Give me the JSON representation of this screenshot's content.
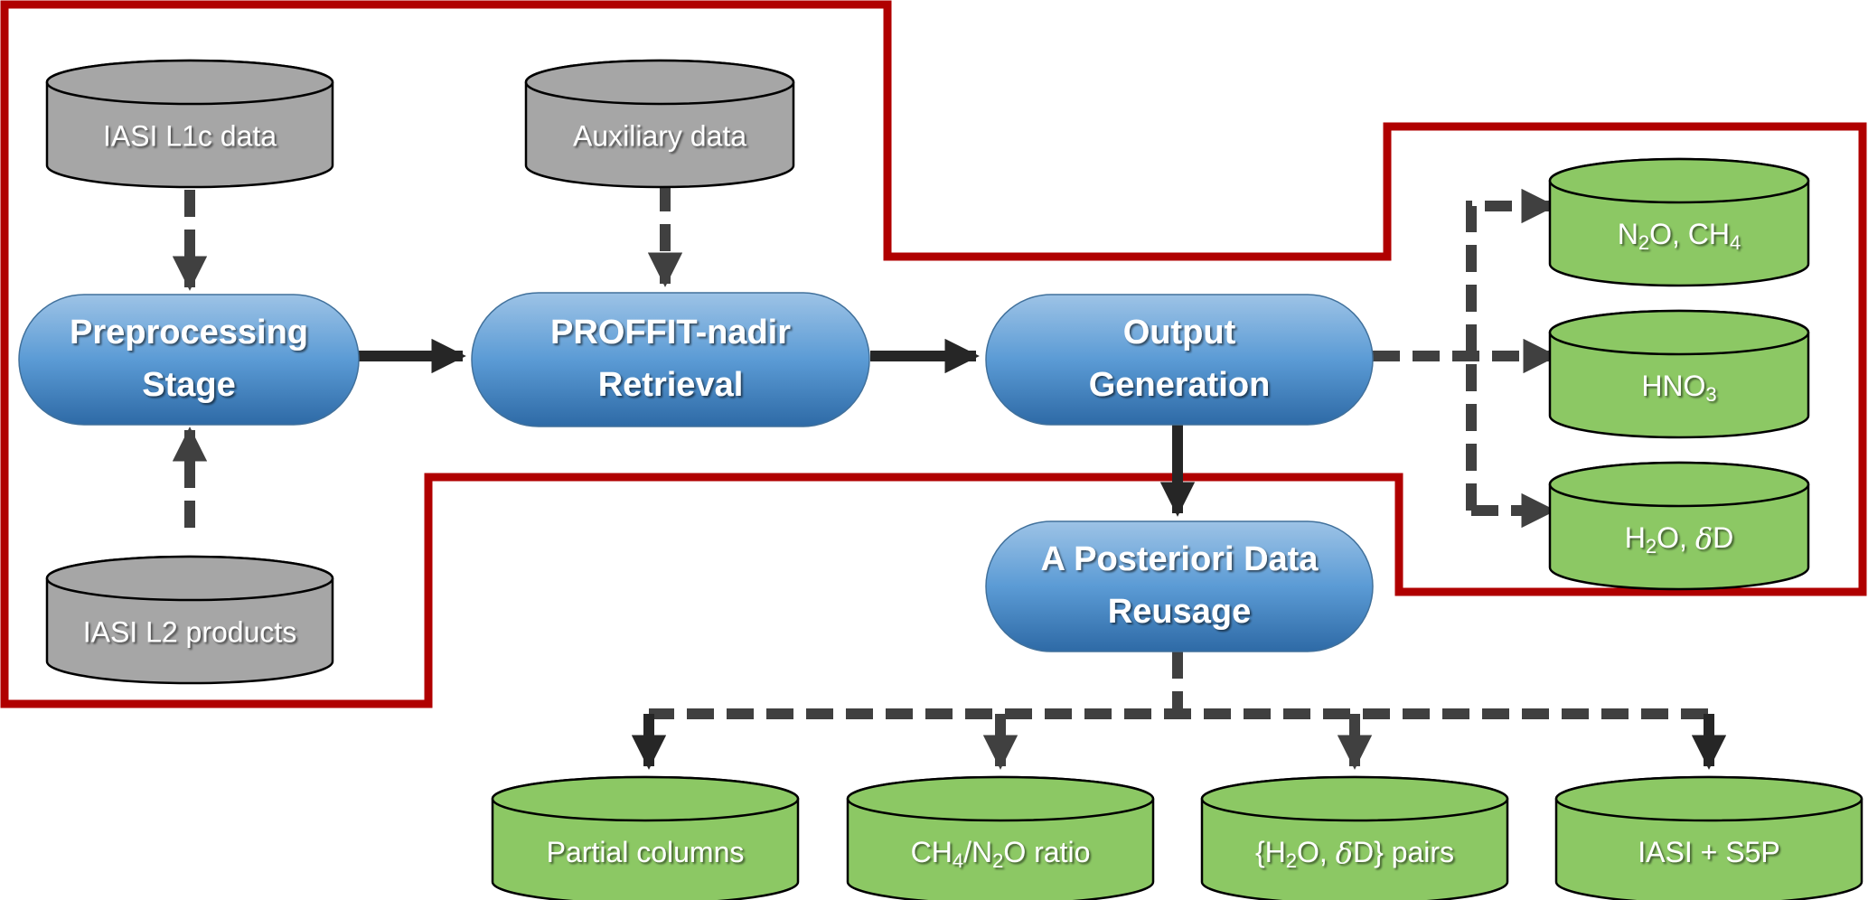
{
  "diagram": {
    "colors": {
      "process_top": "#9dc3e6",
      "process_bottom": "#2e6aa6",
      "input_db": "#a6a6a6",
      "output_db": "#8cc864",
      "arrow": "#404040",
      "solid_arrow": "#262626",
      "outline": "#b00000"
    },
    "processes": [
      {
        "id": "preprocessing",
        "line1": "Preprocessing",
        "line2": "Stage"
      },
      {
        "id": "proffit",
        "line1": "PROFFIT-nadir",
        "line2": "Retrieval"
      },
      {
        "id": "output",
        "line1": "Output",
        "line2": "Generation"
      },
      {
        "id": "aposteriori",
        "line1": "A Posteriori Data",
        "line2": "Reusage"
      }
    ],
    "input_databases": [
      {
        "id": "iasi-l1c",
        "label": "IASI L1c data"
      },
      {
        "id": "auxiliary",
        "label": "Auxiliary data"
      },
      {
        "id": "iasi-l2",
        "label": "IASI L2 products"
      }
    ],
    "output_databases": [
      {
        "id": "n2o-ch4",
        "parts": [
          [
            "N",
            ""
          ],
          [
            "2",
            "sub"
          ],
          [
            "O, CH",
            ""
          ],
          [
            "4",
            "sub"
          ]
        ]
      },
      {
        "id": "hno3",
        "parts": [
          [
            "HNO",
            ""
          ],
          [
            "3",
            "sub"
          ]
        ]
      },
      {
        "id": "h2o-dd",
        "parts": [
          [
            "H",
            ""
          ],
          [
            "2",
            "sub"
          ],
          [
            "O, ",
            ""
          ],
          [
            "δ",
            "ital"
          ],
          [
            "D",
            ""
          ]
        ]
      }
    ],
    "reuse_databases": [
      {
        "id": "partial-columns",
        "parts": [
          [
            "Partial columns",
            ""
          ]
        ]
      },
      {
        "id": "ch4-n2o-ratio",
        "parts": [
          [
            "CH",
            ""
          ],
          [
            "4",
            "sub"
          ],
          [
            "/N",
            ""
          ],
          [
            "2",
            "sub"
          ],
          [
            "O ratio",
            ""
          ]
        ]
      },
      {
        "id": "h2o-dd-pairs",
        "parts": [
          [
            "{H",
            ""
          ],
          [
            "2",
            "sub"
          ],
          [
            "O, ",
            ""
          ],
          [
            "δ",
            "ital"
          ],
          [
            "D} pairs",
            ""
          ]
        ]
      },
      {
        "id": "iasi-s5p",
        "parts": [
          [
            "IASI + S5P",
            ""
          ]
        ]
      }
    ],
    "connections": [
      {
        "from": "iasi-l1c",
        "to": "preprocessing",
        "style": "dashed"
      },
      {
        "from": "iasi-l2",
        "to": "preprocessing",
        "style": "dashed"
      },
      {
        "from": "auxiliary",
        "to": "proffit",
        "style": "dashed"
      },
      {
        "from": "preprocessing",
        "to": "proffit",
        "style": "solid"
      },
      {
        "from": "proffit",
        "to": "output",
        "style": "solid"
      },
      {
        "from": "output",
        "to": "aposteriori",
        "style": "solid"
      },
      {
        "from": "output",
        "to": "n2o-ch4",
        "style": "dashed"
      },
      {
        "from": "output",
        "to": "hno3",
        "style": "dashed"
      },
      {
        "from": "output",
        "to": "h2o-dd",
        "style": "dashed"
      },
      {
        "from": "aposteriori",
        "to": "partial-columns",
        "style": "dashed"
      },
      {
        "from": "aposteriori",
        "to": "ch4-n2o-ratio",
        "style": "dashed"
      },
      {
        "from": "aposteriori",
        "to": "h2o-dd-pairs",
        "style": "dashed"
      },
      {
        "from": "aposteriori",
        "to": "iasi-s5p",
        "style": "dashed"
      }
    ]
  }
}
